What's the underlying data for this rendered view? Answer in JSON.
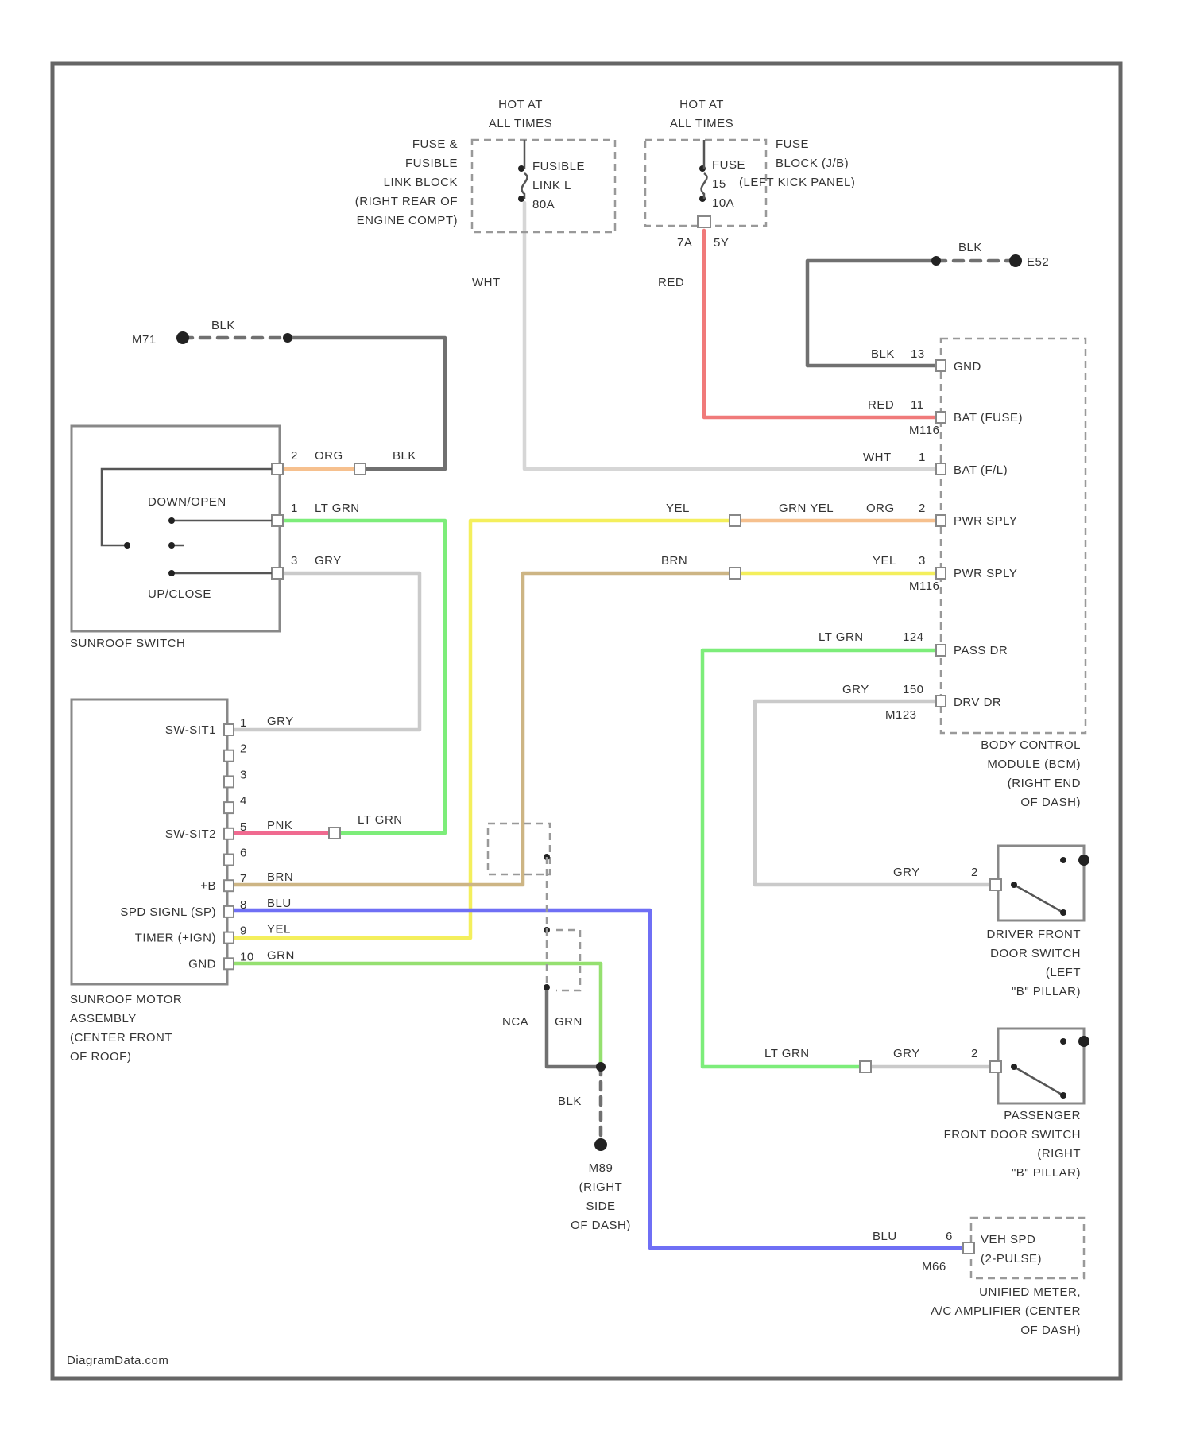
{
  "watermark": "DiagramData.com",
  "fuses": {
    "hot_label": [
      "HOT AT",
      "ALL TIMES"
    ],
    "fusible_link": {
      "location": [
        "FUSE &",
        "FUSIBLE",
        "LINK BLOCK",
        "(RIGHT REAR OF",
        "ENGINE COMPT)"
      ],
      "name": [
        "FUSIBLE",
        "LINK L"
      ],
      "rating": "80A"
    },
    "fuse_block": {
      "location": [
        "FUSE",
        "BLOCK (J/B)",
        "(LEFT KICK PANEL)"
      ],
      "name": "FUSE",
      "number": "15",
      "rating": "10A",
      "connectors": [
        "7A",
        "5Y"
      ]
    }
  },
  "grounds": {
    "top_right": {
      "label": "E52",
      "wire": "BLK"
    },
    "left": {
      "label": "M71",
      "wire": "BLK"
    },
    "bottom": {
      "label": "M89",
      "wire": "BLK",
      "location": [
        "(RIGHT",
        "SIDE",
        "OF DASH)"
      ]
    }
  },
  "bcm": {
    "name": [
      "BODY CONTROL",
      "MODULE (BCM)",
      "(RIGHT END",
      "OF DASH)"
    ],
    "pins": [
      {
        "wire": "BLK",
        "num": "13",
        "label": "GND"
      },
      {
        "wire": "RED",
        "num": "11",
        "label": "BAT (FUSE)"
      },
      {
        "wire": "WHT",
        "num": "1",
        "label": "BAT (F/L)"
      },
      {
        "wire": "ORG",
        "num": "2",
        "label": "PWR SPLY"
      },
      {
        "wire": "YEL",
        "num": "3",
        "label": "PWR SPLY"
      },
      {
        "wire": "LT GRN",
        "num": "124",
        "label": "PASS DR"
      },
      {
        "wire": "GRY",
        "num": "150",
        "label": "DRV DR"
      }
    ],
    "connectors": [
      "M116",
      "M123"
    ]
  },
  "wires": {
    "wht": "WHT",
    "red": "RED",
    "yel": "YEL",
    "grn_yel": "GRN YEL",
    "brn": "BRN",
    "blk": "BLK",
    "nca": "NCA",
    "grn": "GRN"
  },
  "sunroof_switch": {
    "name": "SUNROOF SWITCH",
    "positions": [
      "DOWN/OPEN",
      "UP/CLOSE"
    ],
    "pins": [
      {
        "num": "2",
        "wire": "ORG",
        "far": "BLK"
      },
      {
        "num": "1",
        "wire": "LT GRN"
      },
      {
        "num": "3",
        "wire": "GRY"
      }
    ]
  },
  "motor": {
    "name": [
      "SUNROOF MOTOR",
      "ASSEMBLY",
      "(CENTER FRONT",
      "OF ROOF)"
    ],
    "pins": [
      {
        "num": "1",
        "wire": "GRY",
        "label": "SW-SIT1"
      },
      {
        "num": "2",
        "wire": "",
        "label": ""
      },
      {
        "num": "3",
        "wire": "",
        "label": ""
      },
      {
        "num": "4",
        "wire": "",
        "label": ""
      },
      {
        "num": "5",
        "wire": "PNK",
        "label": "SW-SIT2"
      },
      {
        "num": "6",
        "wire": "",
        "label": ""
      },
      {
        "num": "7",
        "wire": "BRN",
        "label": "+B"
      },
      {
        "num": "8",
        "wire": "BLU",
        "label": "SPD SIGNL (SP)"
      },
      {
        "num": "9",
        "wire": "YEL",
        "label": "TIMER (+IGN)"
      },
      {
        "num": "10",
        "wire": "GRN",
        "label": "GND"
      }
    ],
    "pin5_far_wire": "LT GRN"
  },
  "driver_switch": {
    "name": [
      "DRIVER FRONT",
      "DOOR SWITCH",
      "(LEFT",
      "\"B\" PILLAR)"
    ],
    "wire": "GRY",
    "num": "2"
  },
  "passenger_switch": {
    "name": [
      "PASSENGER",
      "FRONT DOOR SWITCH",
      "(RIGHT",
      "\"B\" PILLAR)"
    ],
    "wire": "GRY",
    "far_wire": "LT GRN",
    "num": "2"
  },
  "meter": {
    "name": [
      "UNIFIED METER,",
      "A/C AMPLIFIER (CENTER",
      "OF DASH)"
    ],
    "box": [
      "VEH SPD",
      "(2-PULSE)"
    ],
    "wire": "BLU",
    "num": "6",
    "connector": "M66"
  },
  "colors": {
    "wht": "#d6d6d6",
    "red": "#f07a7a",
    "yel": "#f4ef5c",
    "org": "#f6c08e",
    "brn": "#cdb584",
    "ltgrn": "#7ded7a",
    "gry": "#cacaca",
    "blk": "#707070",
    "pnk": "#f06a90",
    "blu": "#6f6ff5",
    "grn": "#95e070"
  }
}
